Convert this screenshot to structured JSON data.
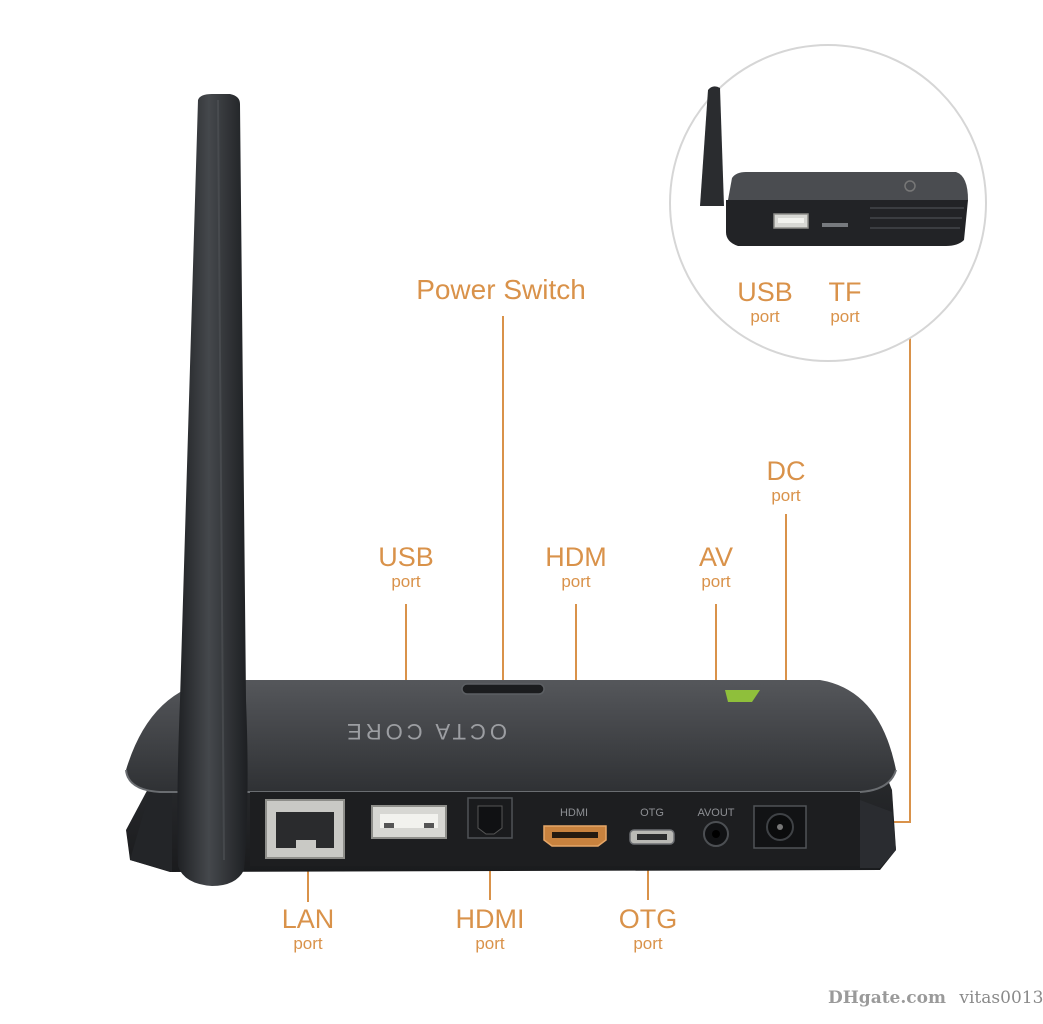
{
  "labels": {
    "power_switch": "Power Switch",
    "usb_top": {
      "title": "USB",
      "sub": "port"
    },
    "tf_top": {
      "title": "TF",
      "sub": "port"
    },
    "dc": {
      "title": "DC",
      "sub": "port"
    },
    "usb": {
      "title": "USB",
      "sub": "port"
    },
    "hdm": {
      "title": "HDM",
      "sub": "port"
    },
    "av": {
      "title": "AV",
      "sub": "port"
    },
    "lan": {
      "title": "LAN",
      "sub": "port"
    },
    "hdmi": {
      "title": "HDMI",
      "sub": "port"
    },
    "otg": {
      "title": "OTG",
      "sub": "port"
    }
  },
  "device_print": {
    "top": "OCTA CORE",
    "hdmi_label": "HDMI",
    "otg_label": "OTG",
    "avout_label": "AVOUT"
  },
  "watermark": {
    "logo": "DHgate.com",
    "seller": "vitas0013"
  },
  "colors": {
    "accent": "#d9924a",
    "device": "#2e3033",
    "background": "#ffffff"
  }
}
